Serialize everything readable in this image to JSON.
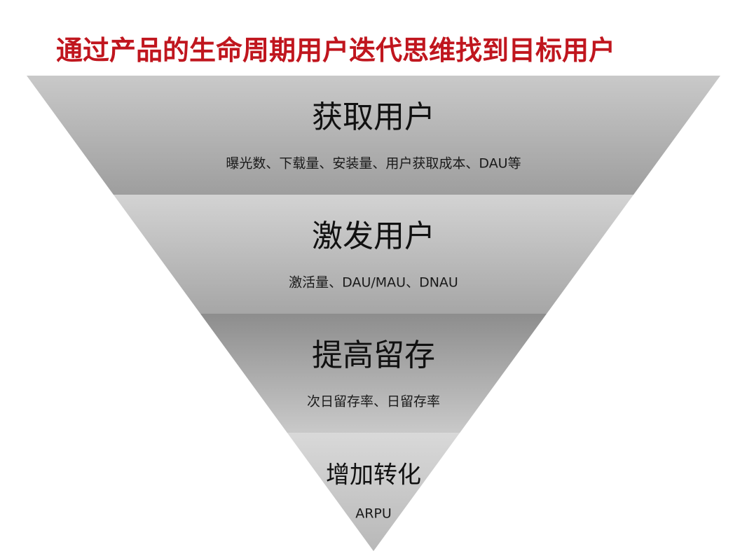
{
  "title": "通过产品的生命周期用户迭代思维找到目标用户",
  "funnel": {
    "stages": [
      {
        "name": "获取用户",
        "metrics": "曝光数、下载量、安装量、用户获取成本、DAU等",
        "colors": [
          "#c9c9c9",
          "#9e9e9e"
        ]
      },
      {
        "name": "激发用户",
        "metrics": "激活量、DAU/MAU、DNAU",
        "colors": [
          "#d3d3d3",
          "#a6a6a6"
        ]
      },
      {
        "name": "提高留存",
        "metrics": "次日留存率、日留存率",
        "colors": [
          "#8d8d8d",
          "#c9c9c9"
        ]
      },
      {
        "name": "增加转化",
        "metrics": "ARPU",
        "colors": [
          "#d9d9d9",
          "#b8b8b8"
        ]
      }
    ]
  }
}
